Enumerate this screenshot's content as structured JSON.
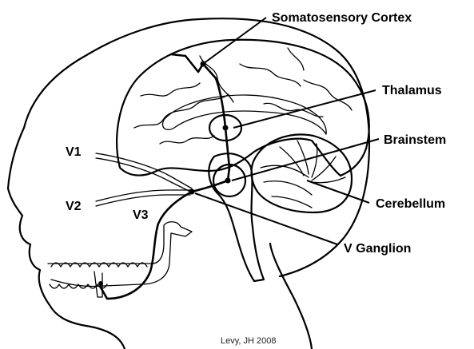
{
  "labels": {
    "somatosensory_cortex": "Somatosensory Cortex",
    "thalamus": "Thalamus",
    "brainstem": "Brainstem",
    "cerebellum": "Cerebellum",
    "v_ganglion": "V Ganglion",
    "v1": "V1",
    "v2": "V2",
    "v3": "V3"
  },
  "credit": "Levy, JH 2008"
}
